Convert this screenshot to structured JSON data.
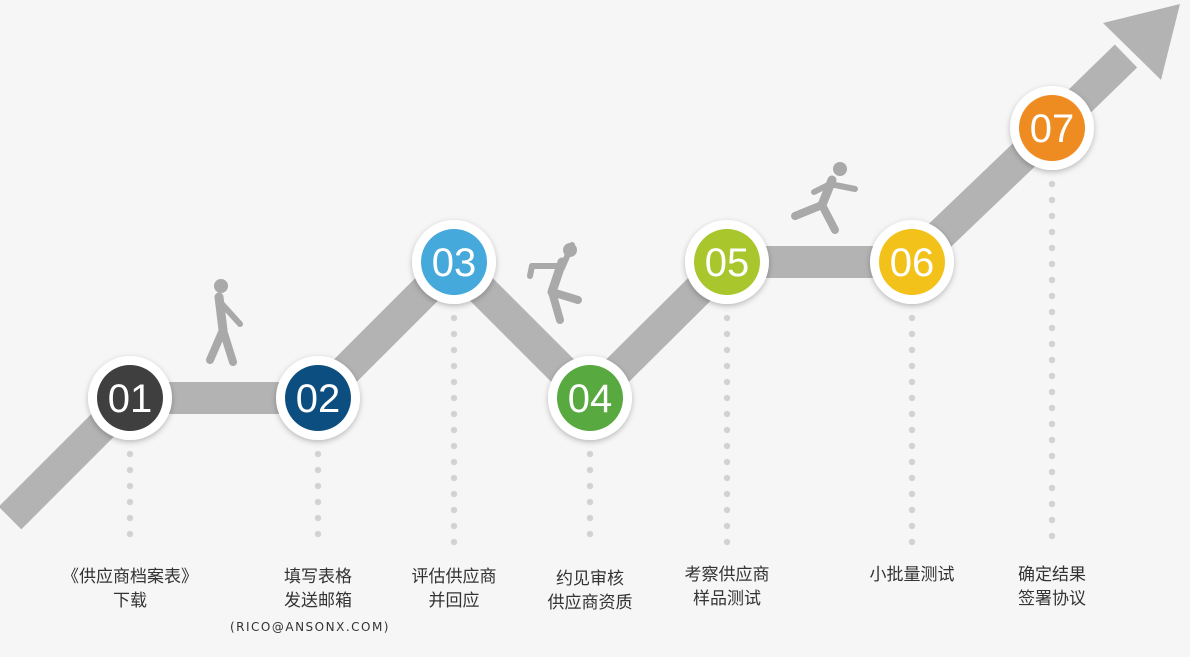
{
  "steps": [
    {
      "number": "01",
      "color": "#3f3f3f",
      "lines": [
        "《供应商档案表》",
        "下载"
      ]
    },
    {
      "number": "02",
      "color": "#0d4e80",
      "lines": [
        "填写表格",
        "发送邮箱"
      ],
      "note": "(RICO@ANSONX.COM)"
    },
    {
      "number": "03",
      "color": "#45a9dc",
      "lines": [
        "评估供应商",
        "并回应"
      ]
    },
    {
      "number": "04",
      "color": "#57a940",
      "lines": [
        "约见审核",
        "供应商资质"
      ]
    },
    {
      "number": "05",
      "color": "#a9c62c",
      "lines": [
        "考察供应商",
        "样品测试"
      ]
    },
    {
      "number": "06",
      "color": "#f2c21a",
      "lines": [
        "小批量测试"
      ]
    },
    {
      "number": "07",
      "color": "#ee8c22",
      "lines": [
        "确定结果",
        "签署协议"
      ]
    }
  ],
  "colors": {
    "path": "#b3b3b3",
    "dots": "#d2d2d2",
    "figure": "#a9a9a9"
  },
  "icons": [
    "walking-person-icon",
    "jumping-person-icon",
    "running-person-icon"
  ]
}
